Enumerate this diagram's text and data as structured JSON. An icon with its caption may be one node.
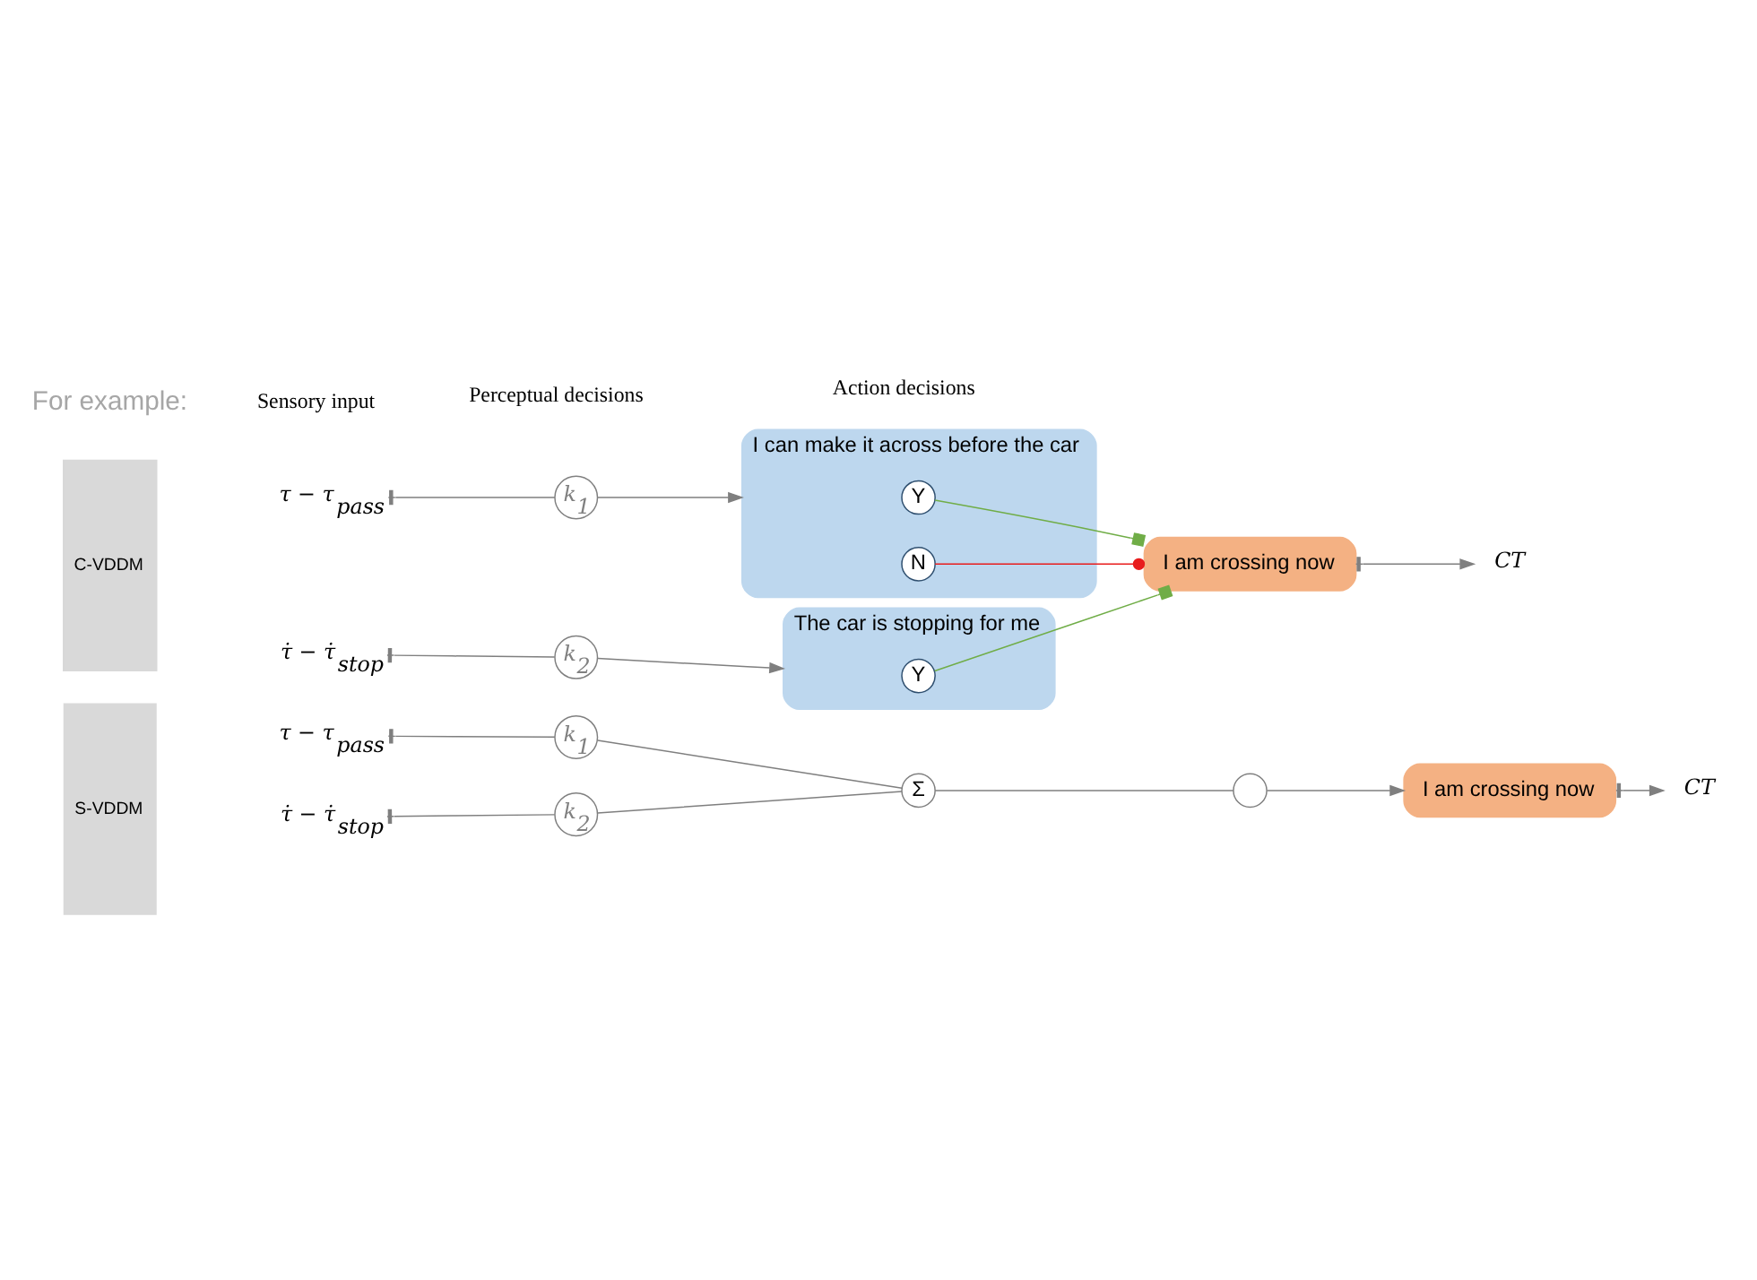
{
  "diagram": {
    "nodes": [
      {
        "text": [
          "C-VDDM"
        ]
      },
      {
        "text": [
          "τ − τ$_{pass}$"
        ]
      },
      {
        "text": [
          "k$_{1}$"
        ]
      },
      {
        "text": [
          "I can make it across before the car"
        ]
      },
      {
        "text": [
          "Y"
        ],
        "in": 3
      },
      {
        "text": [
          "N"
        ],
        "in": 3
      },
      {
        "text": [
          "τ̇ − τ̇$_{stop}$"
        ]
      },
      {
        "text": [
          "k$_{2}$"
        ]
      },
      {
        "text": [
          "The car is stopping for me"
        ]
      },
      {
        "text": [
          "Y"
        ],
        "in": 8
      },
      {
        "text": [
          "I am crossing now"
        ]
      },
      {
        "text": [
          "CT"
        ]
      },
      {
        "text": [
          "S-VDDM"
        ]
      },
      {
        "text": [
          "τ − τ$_{pass}$"
        ]
      },
      {
        "text": [
          "k$_{1}$"
        ]
      },
      {
        "text": [
          "τ̇ − τ̇$_{stop}$"
        ]
      },
      {
        "text": [
          "k$_{2}$"
        ]
      },
      {
        "text": [
          "Σ"
        ]
      },
      {
        "text": [],
        "shape": "circle"
      },
      {
        "text": [
          "I am crossing now"
        ]
      },
      {
        "text": [
          "CT"
        ]
      }
    ],
    "edges": [
      {
        "from": 1,
        "to": 2,
        "arrow": "other"
      },
      {
        "from": 2,
        "to": 3,
        "arrow": "to"
      },
      {
        "from": 4,
        "to": 10,
        "arrow": "other",
        "color": "#70ad47"
      },
      {
        "from": 5,
        "to": 10,
        "arrow": "other",
        "color": "#e81c1c"
      },
      {
        "from": 6,
        "to": 7,
        "arrow": "other"
      },
      {
        "from": 7,
        "to": 8,
        "arrow": "to"
      },
      {
        "from": 9,
        "to": 10,
        "arrow": "other",
        "color": "#70ad47"
      },
      {
        "from": 10,
        "to": 11,
        "arrow": "to"
      },
      {
        "from": 13,
        "to": 14,
        "arrow": "other"
      },
      {
        "from": 15,
        "to": 16,
        "arrow": "other"
      },
      {
        "from": 14,
        "to": 17,
        "arrow": "none"
      },
      {
        "from": 16,
        "to": 17,
        "arrow": "none"
      },
      {
        "from": 17,
        "to": 18,
        "arrow": "none"
      },
      {
        "from": 18,
        "to": 19,
        "arrow": "to"
      },
      {
        "from": 19,
        "to": 20,
        "arrow": "to"
      }
    ],
    "labels": [
      "For example:",
      "Sensory input",
      "Perceptual decisions",
      "Action decisions"
    ]
  }
}
